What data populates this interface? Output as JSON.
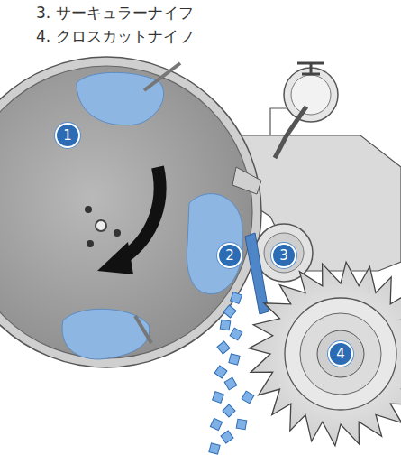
{
  "diagram": {
    "nodes": [
      {
        "text": [
          "1"
        ]
      },
      {
        "text": [
          "2"
        ]
      },
      {
        "text": [
          "3"
        ]
      },
      {
        "text": [
          "4"
        ]
      }
    ],
    "labels": [
      "3. サーキュラーナイフ",
      "4. クロスカットナイフ"
    ]
  }
}
